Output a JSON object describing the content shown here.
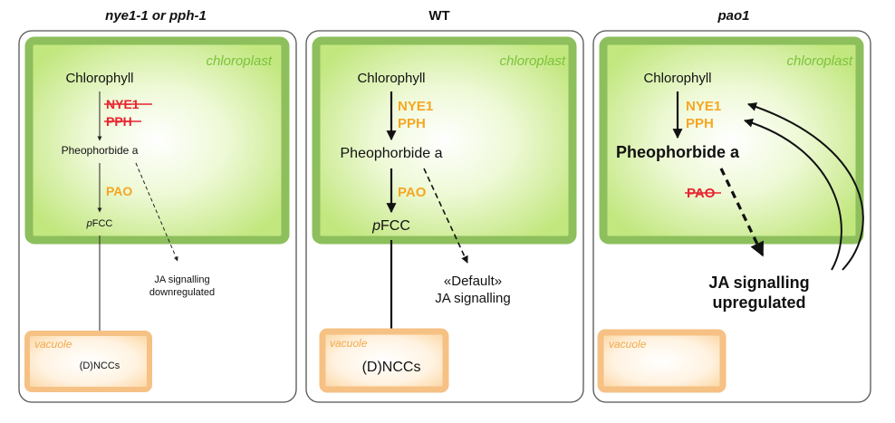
{
  "panels": [
    {
      "title": "nye1-1 or pph-1",
      "chloroplast_label": "chloroplast",
      "chlorophyll": "Chlorophyll",
      "enzyme1": "NYE1",
      "enzyme2": "PPH",
      "pheophorbide": "Pheophorbide a",
      "pao": "PAO",
      "pfcc_prefix": "p",
      "pfcc_rest": "FCC",
      "ja_line1": "JA signalling",
      "ja_line2": "downregulated",
      "vacuole_label": "vacuole",
      "nccs": "(D)NCCs"
    },
    {
      "title": "WT",
      "chloroplast_label": "chloroplast",
      "chlorophyll": "Chlorophyll",
      "enzyme1": "NYE1",
      "enzyme2": "PPH",
      "pheophorbide": "Pheophorbide a",
      "pao": "PAO",
      "pfcc_prefix": "p",
      "pfcc_rest": "FCC",
      "ja_line1": "«Default»",
      "ja_line2": "JA signalling",
      "vacuole_label": "vacuole",
      "nccs": "(D)NCCs"
    },
    {
      "title": "pao1",
      "chloroplast_label": "chloroplast",
      "chlorophyll": "Chlorophyll",
      "enzyme1": "NYE1",
      "enzyme2": "PPH",
      "pheophorbide": "Pheophorbide a",
      "pao": "PAO",
      "ja_line1": "JA signalling",
      "ja_line2": "upregulated",
      "vacuole_label": "vacuole"
    }
  ],
  "colors": {
    "chloroplast_fill": "#c9ec8a",
    "chloroplast_border": "#8dbf5c",
    "vacuole_fill": "#fde4bf",
    "vacuole_border": "#f6c184",
    "enzyme_active": "#f5a623",
    "enzyme_inactive": "#e8232f"
  }
}
